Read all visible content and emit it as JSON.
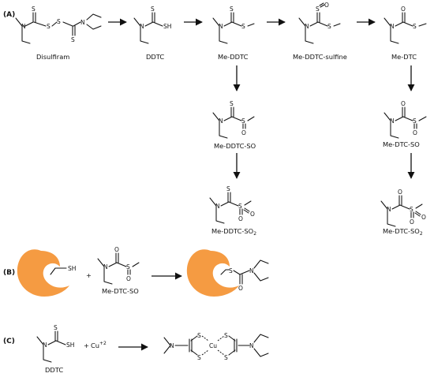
{
  "sections": {
    "a": "(A)",
    "b": "(B)",
    "c": "(C)"
  },
  "compounds": {
    "disulfiram": "Disulfiram",
    "ddtc": "DDTC",
    "me_ddtc": "Me-DDTC",
    "me_ddtc_sulfine": "Me-DDTC-sulfine",
    "me_dtc": "Me-DTC",
    "me_ddtc_so": "Me-DDTC-SO",
    "me_dtc_so": "Me-DTC-SO",
    "me_ddtc_so2": "Me-DDTC-SO",
    "me_dtc_so2": "Me-DTC-SO",
    "sub2": "2",
    "b_reagent": "Me-DTC-SO",
    "c_ddtc": "DDTC"
  },
  "atoms": {
    "S": "S",
    "N": "N",
    "O": "O",
    "SH": "SH",
    "Cu": "Cu"
  },
  "reaction": {
    "plus": "+",
    "copper": "Cu",
    "copper_charge": "+2"
  },
  "colors": {
    "enzyme": "#F59B42",
    "ink": "#111111"
  }
}
